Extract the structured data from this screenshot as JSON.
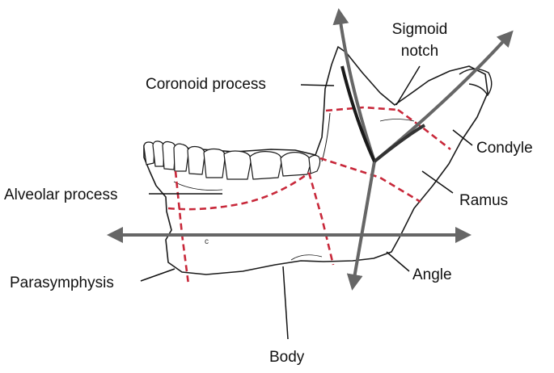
{
  "labels": {
    "sigmoid_notch_line1": "Sigmoid",
    "sigmoid_notch_line2": "notch",
    "coronoid_process": "Coronoid process",
    "condyle": "Condyle",
    "alveolar_process": "Alveolar process",
    "ramus": "Ramus",
    "parasymphysis": "Parasymphysis",
    "angle": "Angle",
    "body": "Body",
    "center_mark": "c"
  },
  "colors": {
    "outline": "#1a1a1a",
    "division_lines": "#c8283a",
    "axis_arrows": "#666666",
    "leader_lines": "#111111"
  }
}
